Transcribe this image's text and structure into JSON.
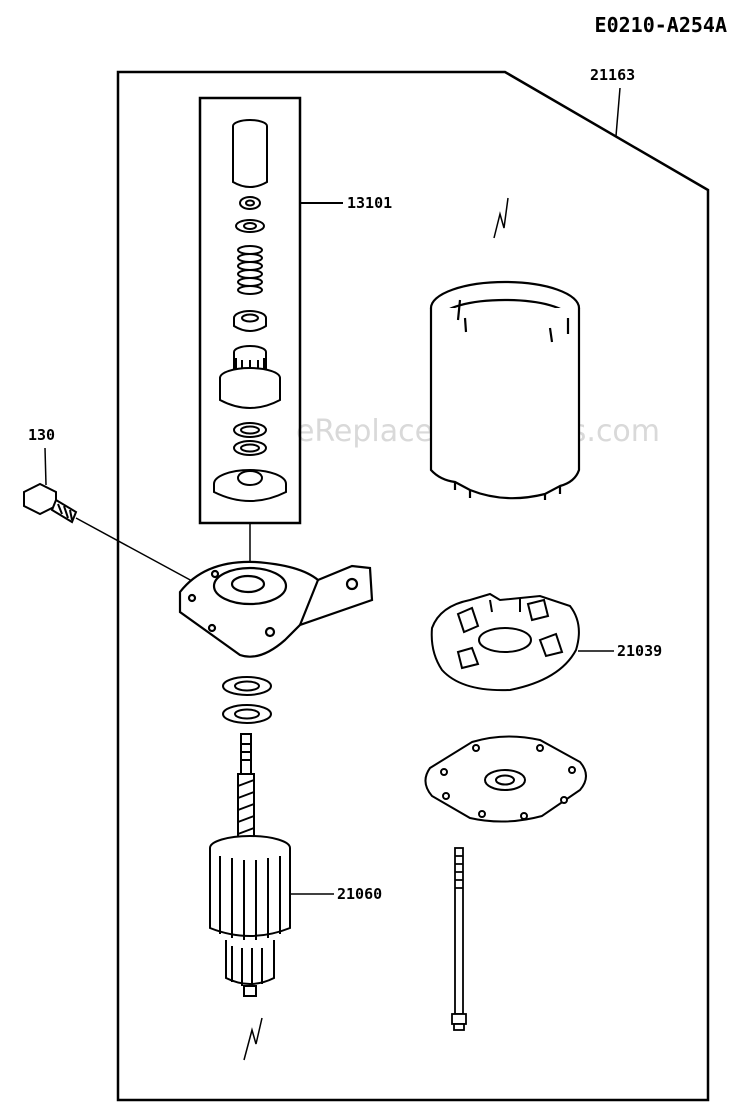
{
  "diagram_code": "E0210-A254A",
  "watermark": "eReplacementParts.com",
  "part_labels": {
    "starter_assembly": "21163",
    "drive_assembly": "13101",
    "bolt": "130",
    "brush_holder": "21039",
    "armature": "21060"
  },
  "colors": {
    "line": "#000000",
    "watermark": "#d9d9d9",
    "background": "#ffffff"
  }
}
